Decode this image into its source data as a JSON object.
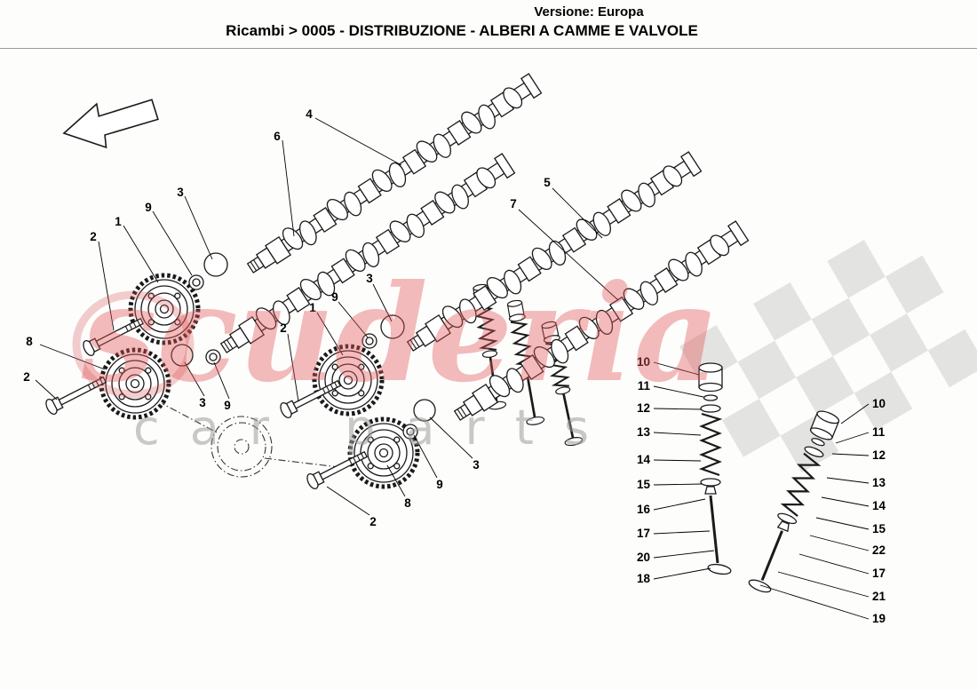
{
  "header": {
    "version": "Versione: Europa",
    "breadcrumb": "Ricambi > 0005 - DISTRIBUZIONE - ALBERI A CAMME E VALVOLE"
  },
  "watermark": {
    "brand": "scuderia",
    "tagline": "car parts"
  },
  "diagram": {
    "callouts": [
      "4",
      "6",
      "3",
      "9",
      "1",
      "2",
      "8",
      "2",
      "3",
      "9",
      "3",
      "9",
      "1",
      "2",
      "5",
      "7",
      "3",
      "9",
      "8",
      "2",
      "10",
      "11",
      "12",
      "13",
      "14",
      "15",
      "16",
      "17",
      "20",
      "18",
      "10",
      "11",
      "12",
      "13",
      "14",
      "15",
      "22",
      "17",
      "21",
      "19"
    ]
  }
}
